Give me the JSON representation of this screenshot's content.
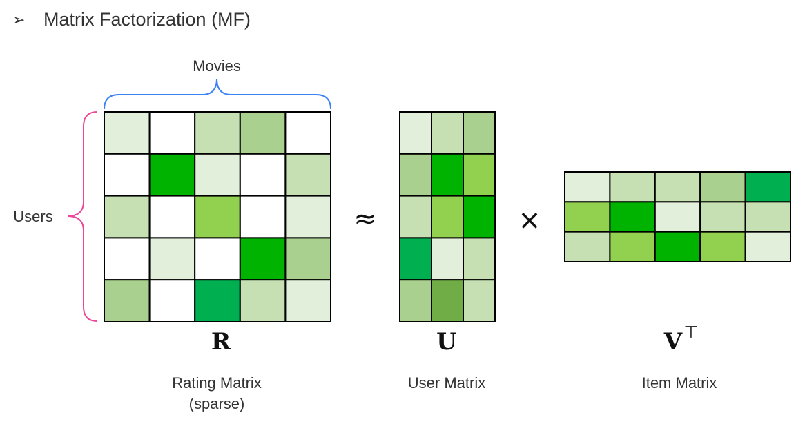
{
  "heading": {
    "bullet": "➢",
    "title": "Matrix Factorization (MF)"
  },
  "labels": {
    "movies": "Movies",
    "users": "Users"
  },
  "operators": {
    "approx": "≈",
    "times": "×"
  },
  "colors": {
    "movies_brace": "#3b82f6",
    "users_brace": "#ec4899",
    "grid_line": "#000000"
  },
  "matrices": [
    {
      "id": "rating",
      "symbol": "R",
      "superscript": "",
      "caption_lines": [
        "Rating Matrix",
        "(sparse)"
      ],
      "rows": 5,
      "cols": 5,
      "cells": [
        [
          "#e2efda",
          "#ffffff",
          "#c6e0b4",
          "#a9d08e",
          "#ffffff"
        ],
        [
          "#ffffff",
          "#00b300",
          "#e2efda",
          "#ffffff",
          "#c6e0b4"
        ],
        [
          "#c6e0b4",
          "#ffffff",
          "#92d050",
          "#ffffff",
          "#e2efda"
        ],
        [
          "#ffffff",
          "#e2efda",
          "#ffffff",
          "#00b300",
          "#a9d08e"
        ],
        [
          "#a9d08e",
          "#ffffff",
          "#00b050",
          "#c6e0b4",
          "#e2efda"
        ]
      ]
    },
    {
      "id": "user",
      "symbol": "U",
      "superscript": "",
      "caption_lines": [
        "User Matrix"
      ],
      "rows": 5,
      "cols": 3,
      "cells": [
        [
          "#e2efda",
          "#c6e0b4",
          "#a9d08e"
        ],
        [
          "#a9d08e",
          "#00b300",
          "#92d050"
        ],
        [
          "#c6e0b4",
          "#92d050",
          "#00b300"
        ],
        [
          "#00b050",
          "#e2efda",
          "#c6e0b4"
        ],
        [
          "#a9d08e",
          "#70ad47",
          "#c6e0b4"
        ]
      ]
    },
    {
      "id": "item",
      "symbol": "V",
      "superscript": "⊤",
      "caption_lines": [
        "Item Matrix"
      ],
      "rows": 3,
      "cols": 5,
      "cells": [
        [
          "#e2efda",
          "#c6e0b4",
          "#c6e0b4",
          "#a9d08e",
          "#00b050"
        ],
        [
          "#92d050",
          "#00b300",
          "#e2efda",
          "#c6e0b4",
          "#c6e0b4"
        ],
        [
          "#c6e0b4",
          "#92d050",
          "#00b300",
          "#92d050",
          "#e2efda"
        ]
      ]
    }
  ]
}
